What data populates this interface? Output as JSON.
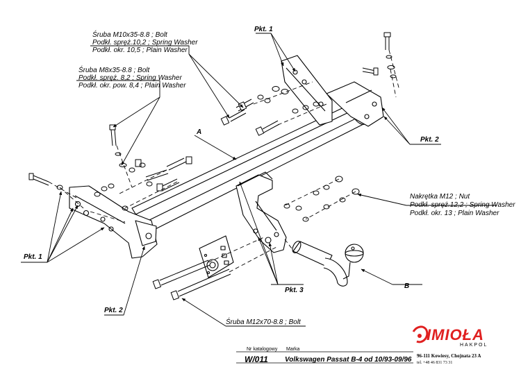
{
  "callouts": {
    "bolt_m10": {
      "lines": [
        "Śruba M10x35-8.8 ;  Bolt",
        "Podkł. spręż.10,2 ; Spring Washer",
        "Podkł. okr. 10,5 ; Plain Washer"
      ]
    },
    "bolt_m8": {
      "lines": [
        "Śruba M8x35-8.8 ;  Bolt",
        "Podkł. spręż. 8,2 ; Spring Washer",
        "Podkł. okr. pow.  8,4 ; Plain Washer"
      ]
    },
    "nut_m12": {
      "lines": [
        "Nakrętka  M12 ; Nut",
        "Podkł. spręż.12,2 ; Spring Washer",
        "Podkł. okr. 13 ; Plain Washer"
      ]
    },
    "bolt_m12": {
      "lines": [
        "Śruba M12x70-8.8 ;  Bolt"
      ]
    }
  },
  "points": {
    "pkt1_top": "Pkt. 1",
    "pkt1_left": "Pkt. 1",
    "pkt2_right": "Pkt. 2",
    "pkt2_left": "Pkt. 2",
    "pkt3": "Pkt. 3"
  },
  "letters": {
    "a": "A",
    "b": "B"
  },
  "title_block": {
    "catalog_label": "Nr katalogowy",
    "brand_label": "Marka",
    "catalog_no": "W/011",
    "model": "Volkswagen Passat B-4    od 10/93-09/96"
  },
  "company": {
    "logo": "IMIOŁA",
    "logo_sub": "HAKPOL",
    "address": "96-111 Kowiesy, Chojnata 23 A",
    "phone": "tel. +48 46 831 73 31",
    "logo_color": "#e02020"
  }
}
